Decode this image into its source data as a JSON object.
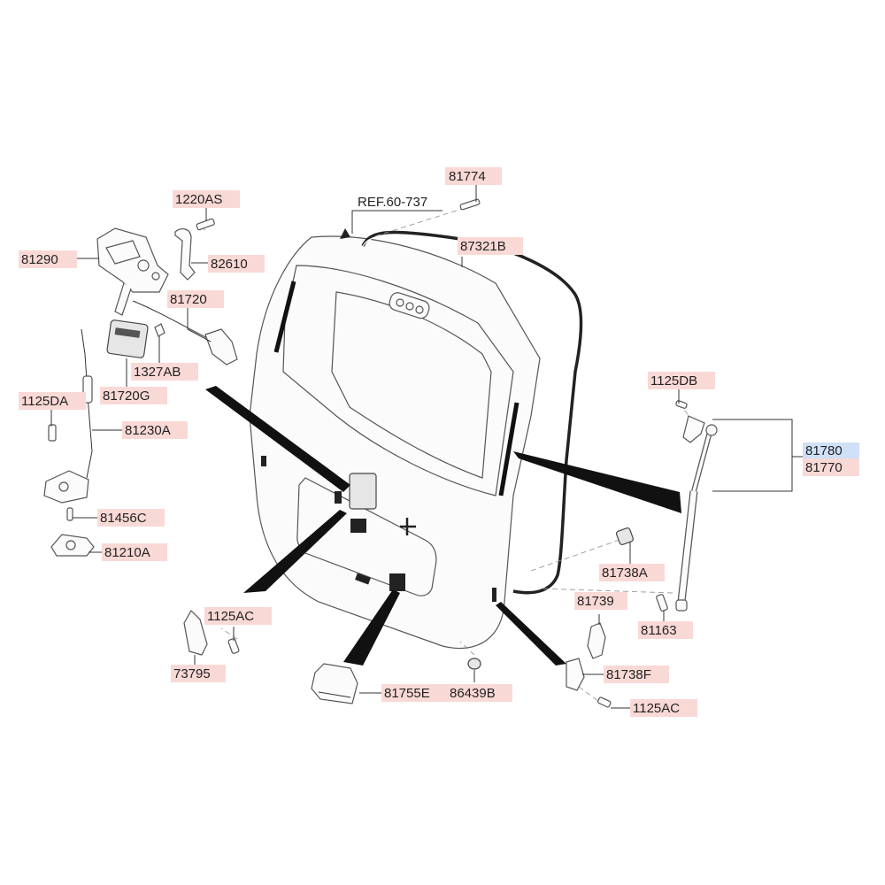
{
  "reference": "REF.60-737",
  "colors": {
    "label_bg": "#f9d9d6",
    "label_bg_highlight": "#cfe0f7",
    "line": "#333333",
    "part_outline": "#555555"
  },
  "labels": {
    "p81774": "81774",
    "p1220AS": "1220AS",
    "p81290": "81290",
    "p82610": "82610",
    "p87321B": "87321B",
    "p81720": "81720",
    "p1327AB": "1327AB",
    "p81720G": "81720G",
    "p1125DB": "1125DB",
    "p1125DA": "1125DA",
    "p81230A": "81230A",
    "p81780": "81780",
    "p81770": "81770",
    "p81456C": "81456C",
    "p81210A": "81210A",
    "p81738A": "81738A",
    "p81739": "81739",
    "p1125AC_left": "1125AC",
    "p81163": "81163",
    "p73795": "73795",
    "p81755E": "81755E",
    "p86439B": "86439B",
    "p81738F": "81738F",
    "p1125AC_right": "1125AC"
  }
}
